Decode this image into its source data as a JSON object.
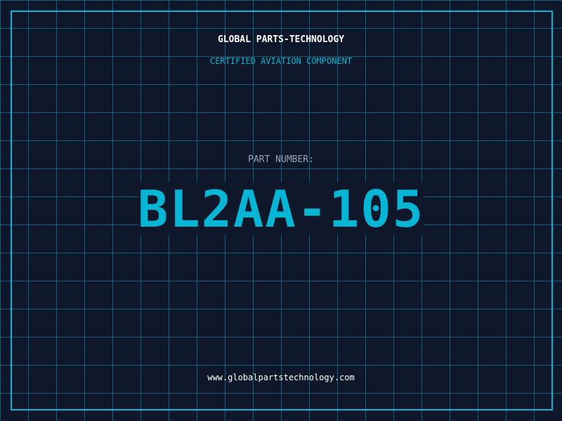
{
  "header": {
    "title": "GLOBAL PARTS-TECHNOLOGY",
    "subtitle": "CERTIFIED AVIATION COMPONENT"
  },
  "part": {
    "label": "PART NUMBER:",
    "number": "BL2AA-105"
  },
  "footer": {
    "url": "www.globalpartstechnology.com"
  },
  "colors": {
    "background": "#0f172a",
    "grid": "#155e75",
    "accent": "#06b6d4"
  }
}
